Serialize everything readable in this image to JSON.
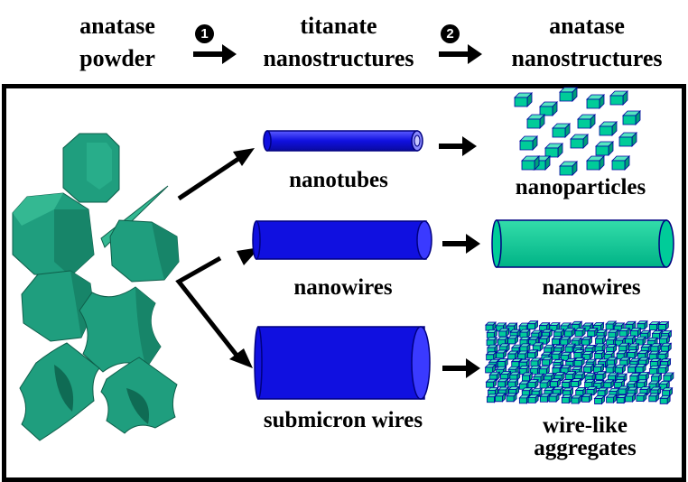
{
  "header": {
    "stage1_line1": "anatase",
    "stage1_line2": "powder",
    "stage2_line1": "titanate",
    "stage2_line2": "nanostructures",
    "stage3_line1": "anatase",
    "stage3_line2": "nanostructures",
    "step1": "1",
    "step2": "2"
  },
  "intermediates": {
    "nanotubes": "nanotubes",
    "nanowires": "nanowires",
    "submicron_wires": "submicron wires"
  },
  "products": {
    "nanoparticles": "nanoparticles",
    "nanowires": "nanowires",
    "aggregates_line1": "wire-like",
    "aggregates_line2": "aggregates"
  },
  "colors": {
    "anatase_green": "#1f9e7e",
    "product_green": "#00cc99",
    "titanate_blue": "#1010e0",
    "titanate_outline": "#000080"
  }
}
